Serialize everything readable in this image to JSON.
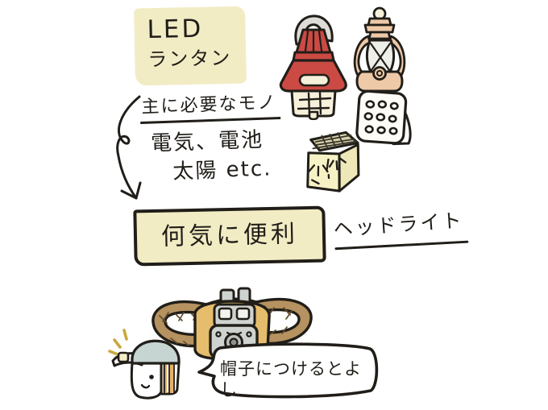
{
  "illustration": {
    "description_colors": {
      "background": "#ffffff",
      "ink": "#211e19",
      "note_yellow": "#f2ecc5",
      "lantern_red": "#cb4a44",
      "body_cream": "#f6f0da",
      "lantern_tan": "#eec9a8",
      "panel_white": "#fdfcf6",
      "cube_yellow": "#f7f2c6",
      "strap_brown": "#b5925f",
      "headlamp_gold": "#e5bd6c",
      "unit_gray": "#cfd3cf",
      "cap_blue_gray": "#c6d4d2",
      "hair_orange": "#e7b269",
      "sparkle_yellow": "#e8c94f"
    },
    "icons": {
      "red_lantern": "red-lantern-illustration",
      "hurricane_lantern": "hurricane-lantern-illustration",
      "panel_light": "led-panel-light-illustration",
      "cube_lantern": "cube-lantern-illustration",
      "arrow": "curved-down-arrow",
      "headlamp": "headlamp-illustration",
      "character": "person-with-cap-illustration"
    }
  },
  "labels": {
    "led_line1": "LED",
    "led_line2": "ランタン",
    "needs_title": "主に必要なモノ",
    "needs_row1": "電気、電池",
    "needs_row2": "太陽 etc.",
    "convenient": "何気に便利",
    "headlight": "ヘッドライト",
    "speech": "帽子につけるとよし"
  }
}
